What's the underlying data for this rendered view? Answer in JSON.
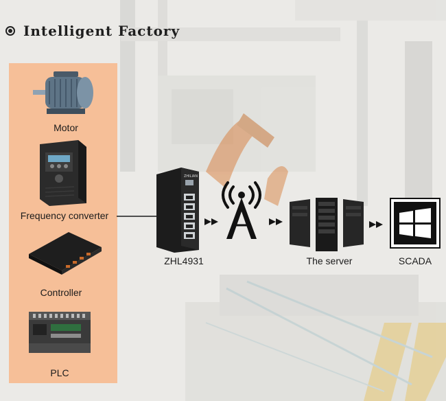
{
  "title": "Intelligent Factory",
  "devices": {
    "motor": "Motor",
    "frequency_converter": "Frequency converter",
    "controller": "Controller",
    "plc": "PLC"
  },
  "switch": {
    "label": "ZHL4931",
    "brand_text": "ZHILIAN"
  },
  "server": {
    "label": "The server"
  },
  "scada": {
    "label": "SCADA"
  },
  "colors": {
    "panel": "#f8b282",
    "arrow": "#151515",
    "ink": "#1b1b1b"
  }
}
